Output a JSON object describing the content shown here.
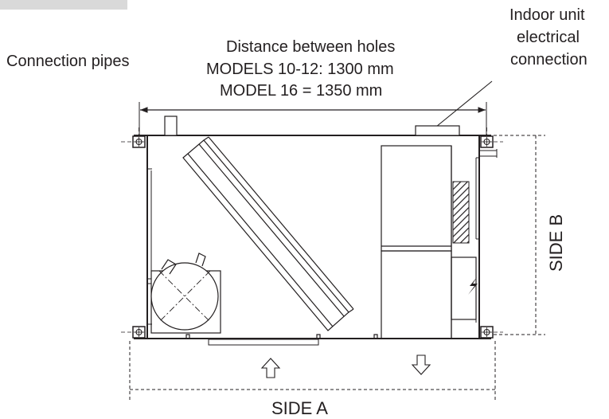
{
  "labels": {
    "connection_pipes": "Connection pipes",
    "distance_title": "Distance between holes",
    "models_10_12": "MODELS 10-12: 1300 mm",
    "model_16": "MODEL 16 = 1350 mm",
    "indoor_unit_line1": "Indoor unit",
    "indoor_unit_line2": "electrical",
    "indoor_unit_line3": "connection",
    "side_a": "SIDE A",
    "side_b": "SIDE B"
  },
  "icons": {
    "arrow_up": "arrow-up-icon",
    "arrow_down": "arrow-down-icon",
    "electrical_hazard": "lightning-icon"
  }
}
